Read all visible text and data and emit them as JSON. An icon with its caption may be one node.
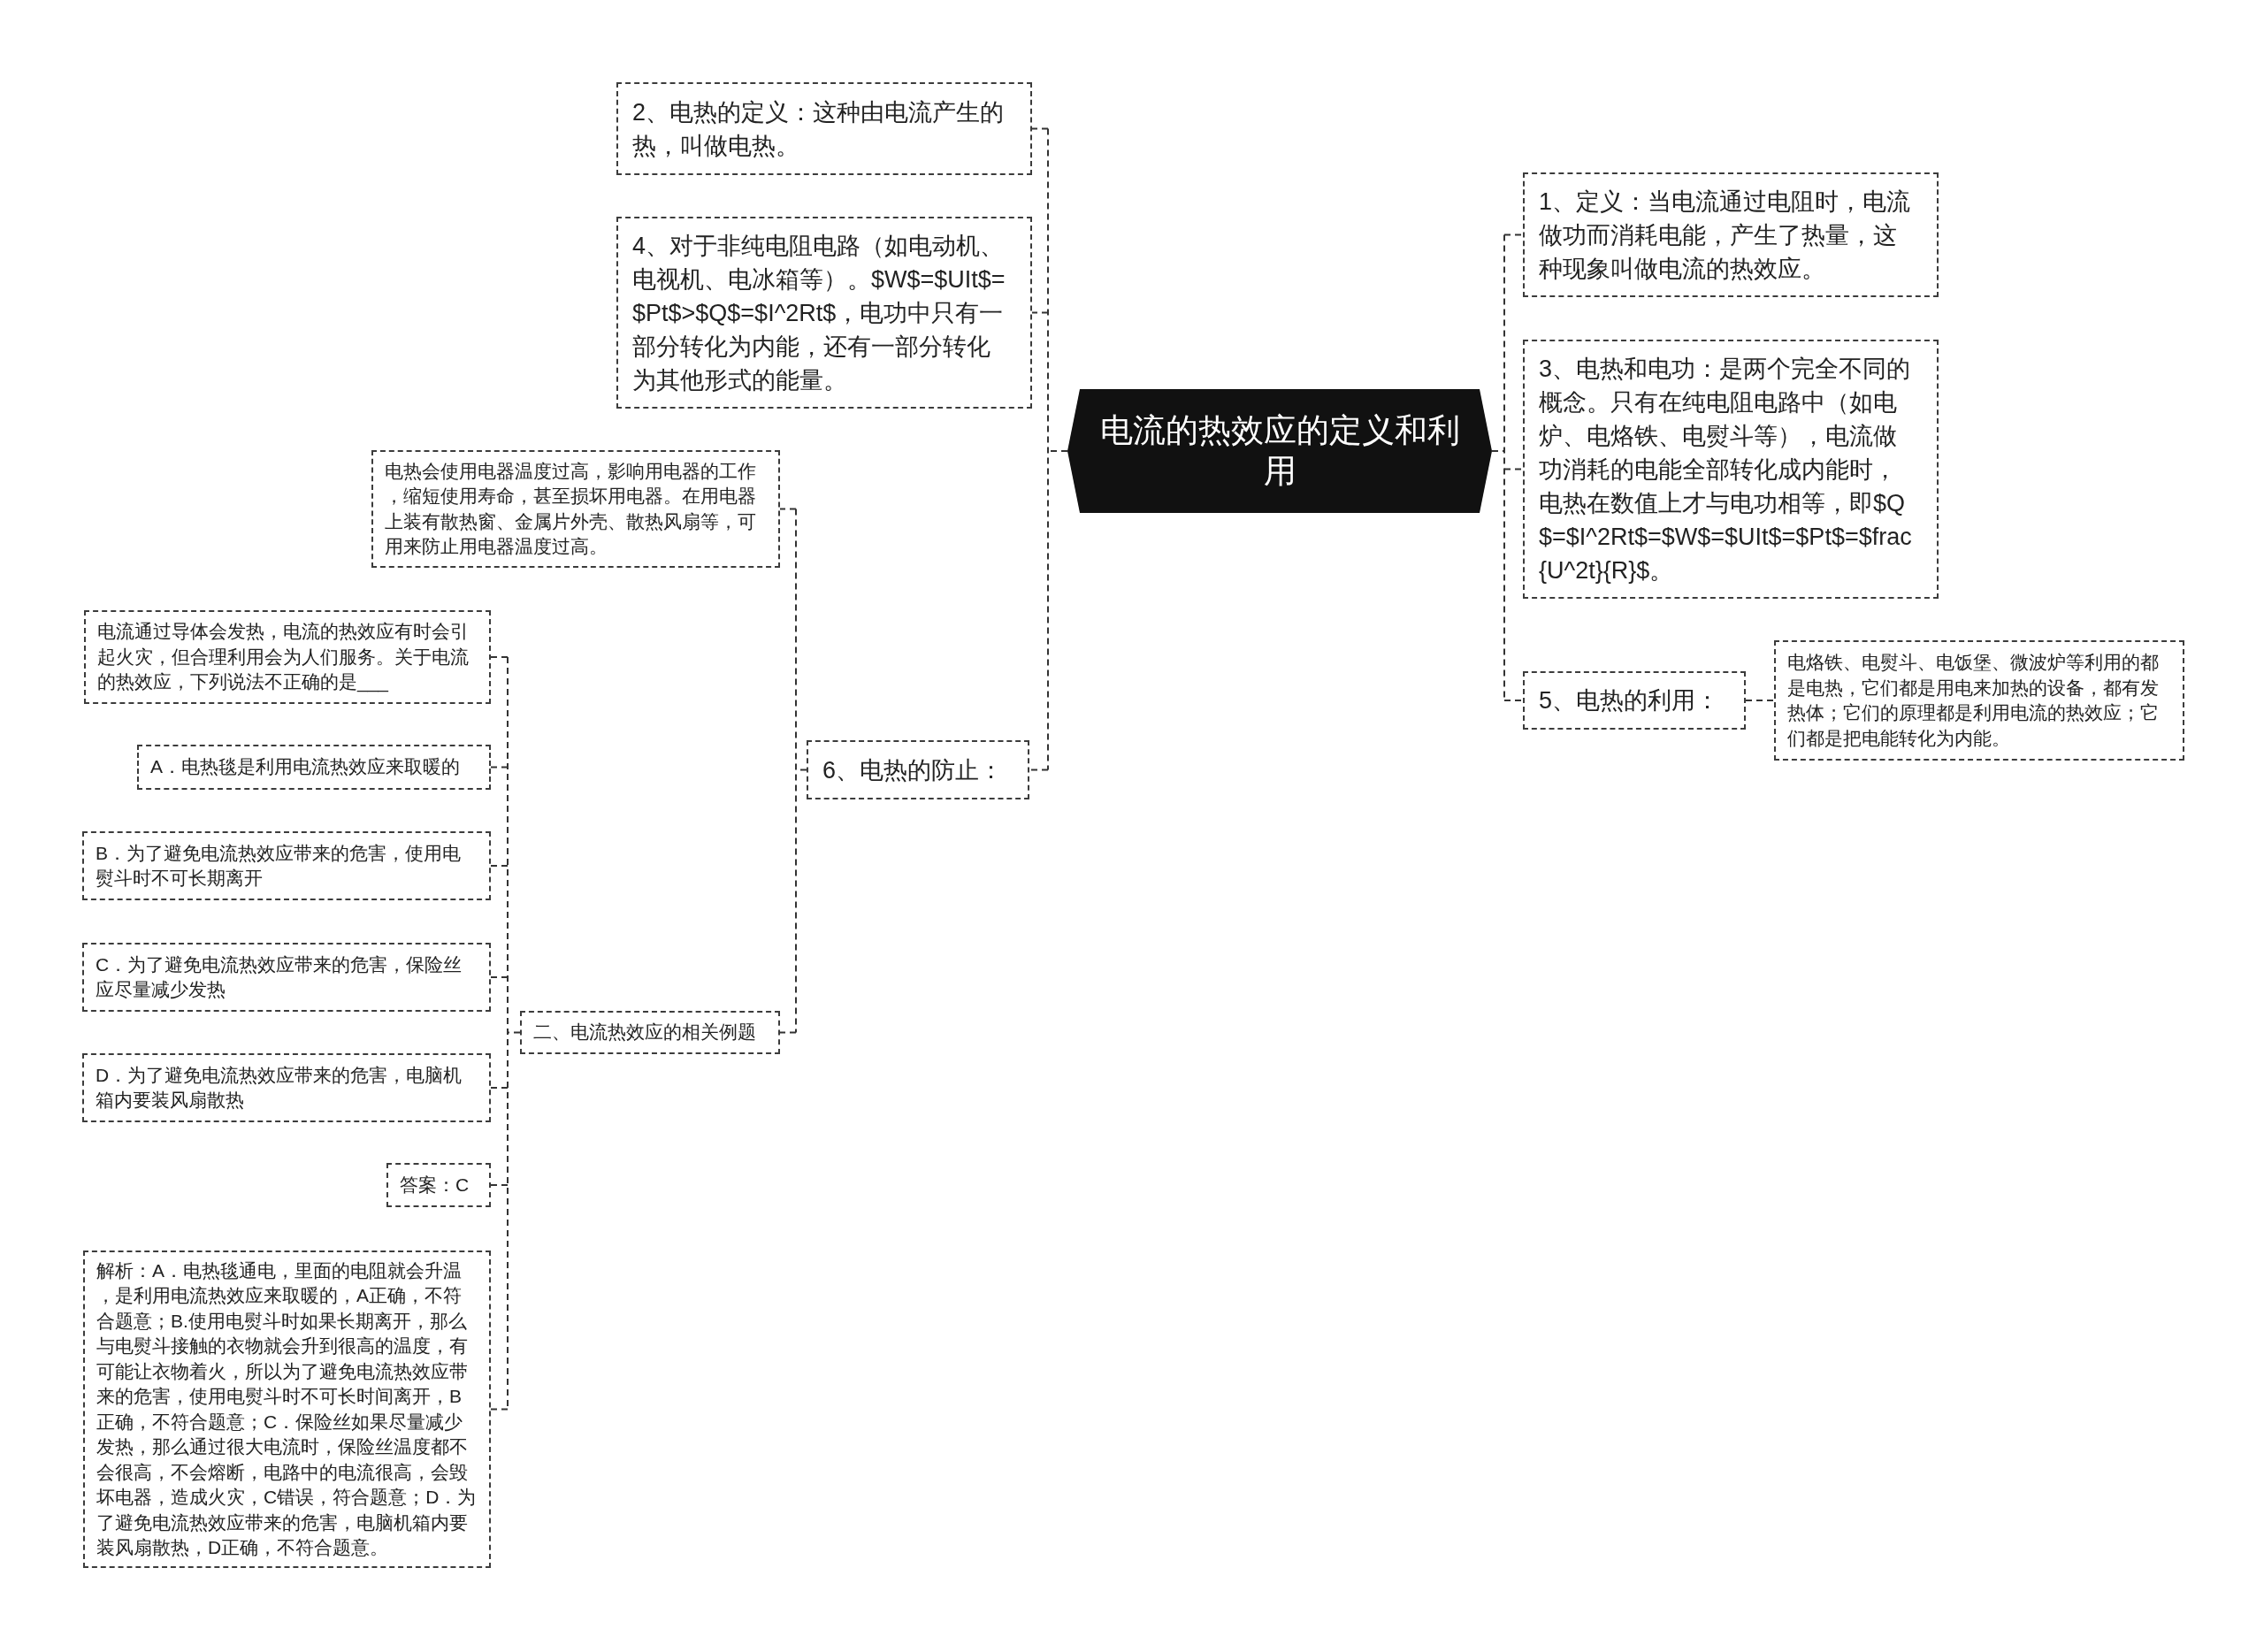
{
  "diagram": {
    "nodes": [
      {
        "text": [
          "电流的热效应的定义和利用"
        ]
      },
      {
        "text": [
          "2、电热的定义：这种由电流产生的热，叫做电热。"
        ]
      },
      {
        "text": [
          "4、对于非纯电阻电路（如电动机、电视机、电冰箱等）。$W$=$UIt$=$Pt$>$Q$=$I^2Rt$，电功中只有一部分转化为内能，还有一部分转化为其他形式的能量。"
        ]
      },
      {
        "text": [
          "6、电热的防止："
        ]
      },
      {
        "text": [
          "电热会使用电器温度过高，影响用电器的工作，缩短使用寿命，甚至损坏用电器。在用电器上装有散热窗、金属片外壳、散热风扇等，可用来防止用电器温度过高。"
        ]
      },
      {
        "text": [
          "二、电流热效应的相关例题"
        ]
      },
      {
        "text": [
          "电流通过导体会发热，电流的热效应有时会引起火灾，但合理利用会为人们服务。关于电流的热效应，下列说法不正确的是___"
        ]
      },
      {
        "text": [
          "A．电热毯是利用电流热效应来取暖的"
        ]
      },
      {
        "text": [
          "B．为了避免电流热效应带来的危害，使用电熨斗时不可长期离开"
        ]
      },
      {
        "text": [
          "C．为了避免电流热效应带来的危害，保险丝应尽量减少发热"
        ]
      },
      {
        "text": [
          "D．为了避免电流热效应带来的危害，电脑机箱内要装风扇散热"
        ]
      },
      {
        "text": [
          "答案：C"
        ]
      },
      {
        "text": [
          "解析：A．电热毯通电，里面的电阻就会升温，是利用电流热效应来取暖的，A正确，不符合题意；B.使用电熨斗时如果长期离开，那么与电熨斗接触的衣物就会升到很高的温度，有可能让衣物着火，所以为了避免电流热效应带来的危害，使用电熨斗时不可长时间离开，B正确，不符合题意；C．保险丝如果尽量减少发热，那么通过很大电流时，保险丝温度都不会很高，不会熔断，电路中的电流很高，会毁坏电器，造成火灾，C错误，符合题意；D．为了避免电流热效应带来的危害，电脑机箱内要装风扇散热，D正确，不符合题意。"
        ]
      },
      {
        "text": [
          "1、定义：当电流通过电阻时，电流做功而消耗电能，产生了热量，这种现象叫做电流的热效应。"
        ]
      },
      {
        "text": [
          "3、电热和电功：是两个完全不同的概念。只有在纯电阻电路中（如电炉、电烙铁、电熨斗等），电流做功消耗的电能全部转化成内能时，电热在数值上才与电功相等，即$Q$=$I^2Rt$=$W$=$UIt$=$Pt$=$frac{U^2t}{R}$。"
        ]
      },
      {
        "text": [
          "5、电热的利用："
        ]
      },
      {
        "text": [
          "电烙铁、电熨斗、电饭堡、微波炉等利用的都是电热，它们都是用电来加热的设备，都有发热体；它们的原理都是利用电流的热效应；它们都是把电能转化为内能。"
        ]
      }
    ],
    "edges": [
      {
        "from": 0,
        "to": 1,
        "arrow": "none"
      },
      {
        "from": 0,
        "to": 2,
        "arrow": "none"
      },
      {
        "from": 0,
        "to": 3,
        "arrow": "none"
      },
      {
        "from": 3,
        "to": 4,
        "arrow": "none"
      },
      {
        "from": 3,
        "to": 5,
        "arrow": "none"
      },
      {
        "from": 5,
        "to": 6,
        "arrow": "none"
      },
      {
        "from": 5,
        "to": 7,
        "arrow": "none"
      },
      {
        "from": 5,
        "to": 8,
        "arrow": "none"
      },
      {
        "from": 5,
        "to": 9,
        "arrow": "none"
      },
      {
        "from": 5,
        "to": 10,
        "arrow": "none"
      },
      {
        "from": 5,
        "to": 11,
        "arrow": "none"
      },
      {
        "from": 5,
        "to": 12,
        "arrow": "none"
      },
      {
        "from": 0,
        "to": 13,
        "arrow": "none"
      },
      {
        "from": 0,
        "to": 14,
        "arrow": "none"
      },
      {
        "from": 0,
        "to": 15,
        "arrow": "none"
      },
      {
        "from": 15,
        "to": 16,
        "arrow": "none"
      }
    ]
  }
}
